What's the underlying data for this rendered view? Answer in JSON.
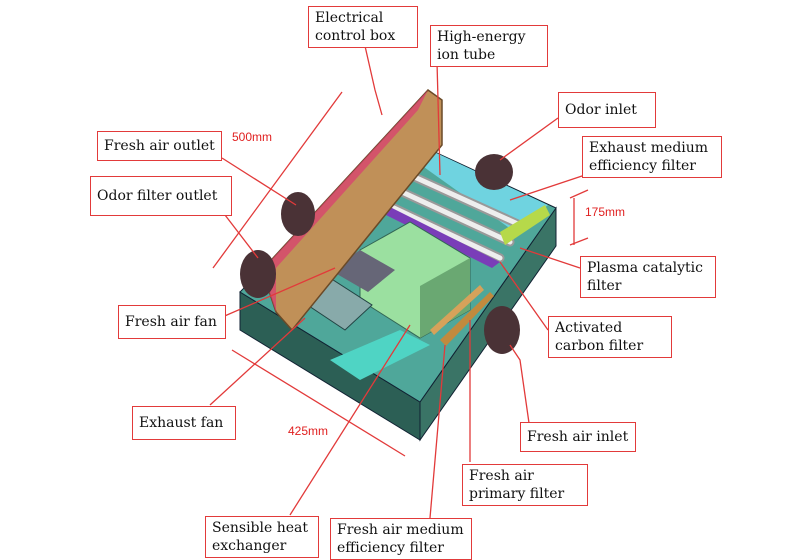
{
  "labels": {
    "electrical_control_box": "Electrical control box",
    "high_energy_ion_tube": "High-energy ion tube",
    "odor_inlet": "Odor inlet",
    "exhaust_medium_filter": "Exhaust medium efficiency filter",
    "plasma_catalytic_filter": "Plasma catalytic filter",
    "activated_carbon_filter": "Activated carbon filter",
    "fresh_air_inlet": "Fresh air inlet",
    "fresh_air_primary_filter": "Fresh air primary filter",
    "fresh_air_medium_filter": "Fresh air medium efficiency filter",
    "sensible_heat_exchanger": "Sensible heat exchanger",
    "exhaust_fan": "Exhaust fan",
    "fresh_air_fan": "Fresh air fan",
    "odor_filter_outlet": "Odor filter outlet",
    "fresh_air_outlet": "Fresh air outlet"
  },
  "dimensions": {
    "length": "500mm",
    "width": "425mm",
    "height": "175mm"
  },
  "colors": {
    "leader": "#e23a3a",
    "body": "#2f6b5e",
    "panel": "#b98a55"
  }
}
